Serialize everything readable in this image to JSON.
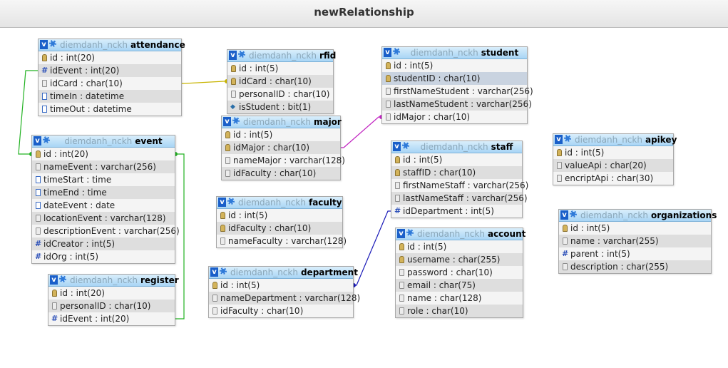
{
  "title": "newRelationship",
  "db_prefix": "diemdanh_nckh",
  "tables": [
    {
      "name": "attendance",
      "columns": [
        {
          "text": "id : int(20)",
          "icon": "key"
        },
        {
          "text": "idEvent : int(20)",
          "icon": "num"
        },
        {
          "text": "idCard : char(10)",
          "icon": "gen"
        },
        {
          "text": "timeIn : datetime",
          "icon": "dt"
        },
        {
          "text": "timeOut : datetime",
          "icon": "dt"
        }
      ]
    },
    {
      "name": "rfid",
      "columns": [
        {
          "text": "id : int(5)",
          "icon": "key"
        },
        {
          "text": "idCard : char(10)",
          "icon": "key"
        },
        {
          "text": "personalID : char(10)",
          "icon": "gen"
        },
        {
          "text": "isStudent : bit(1)",
          "icon": "bit"
        }
      ]
    },
    {
      "name": "student",
      "columns": [
        {
          "text": "id : int(5)",
          "icon": "key"
        },
        {
          "text": "studentID : char(10)",
          "icon": "key"
        },
        {
          "text": "firstNameStudent : varchar(256)",
          "icon": "gen"
        },
        {
          "text": "lastNameStudent : varchar(256)",
          "icon": "gen"
        },
        {
          "text": "idMajor : char(10)",
          "icon": "gen"
        }
      ]
    },
    {
      "name": "major",
      "columns": [
        {
          "text": "id : int(5)",
          "icon": "key"
        },
        {
          "text": "idMajor : char(10)",
          "icon": "key"
        },
        {
          "text": "nameMajor : varchar(128)",
          "icon": "gen"
        },
        {
          "text": "idFaculty : char(10)",
          "icon": "gen"
        }
      ]
    },
    {
      "name": "event",
      "columns": [
        {
          "text": "id : int(20)",
          "icon": "key"
        },
        {
          "text": "nameEvent : varchar(256)",
          "icon": "gen"
        },
        {
          "text": "timeStart : time",
          "icon": "dt"
        },
        {
          "text": "timeEnd : time",
          "icon": "dt"
        },
        {
          "text": "dateEvent : date",
          "icon": "dt"
        },
        {
          "text": "locationEvent : varchar(128)",
          "icon": "gen"
        },
        {
          "text": "descriptionEvent : varchar(256)",
          "icon": "gen"
        },
        {
          "text": "idCreator : int(5)",
          "icon": "num"
        },
        {
          "text": "idOrg : int(5)",
          "icon": "num"
        }
      ]
    },
    {
      "name": "staff",
      "columns": [
        {
          "text": "id : int(5)",
          "icon": "key"
        },
        {
          "text": "staffID : char(10)",
          "icon": "key"
        },
        {
          "text": "firstNameStaff : varchar(256)",
          "icon": "gen"
        },
        {
          "text": "lastNameStaff : varchar(256)",
          "icon": "gen"
        },
        {
          "text": "idDepartment : int(5)",
          "icon": "num"
        }
      ]
    },
    {
      "name": "apikey",
      "columns": [
        {
          "text": "id : int(5)",
          "icon": "key"
        },
        {
          "text": "valueApi : char(20)",
          "icon": "gen"
        },
        {
          "text": "encriptApi : char(30)",
          "icon": "gen"
        }
      ]
    },
    {
      "name": "faculty",
      "columns": [
        {
          "text": "id : int(5)",
          "icon": "key"
        },
        {
          "text": "idFaculty : char(10)",
          "icon": "key"
        },
        {
          "text": "nameFaculty : varchar(128)",
          "icon": "gen"
        }
      ]
    },
    {
      "name": "organizations",
      "columns": [
        {
          "text": "id : int(5)",
          "icon": "key"
        },
        {
          "text": "name : varchar(255)",
          "icon": "gen"
        },
        {
          "text": "parent : int(5)",
          "icon": "num"
        },
        {
          "text": "description : char(255)",
          "icon": "gen"
        }
      ]
    },
    {
      "name": "account",
      "columns": [
        {
          "text": "id : int(5)",
          "icon": "key"
        },
        {
          "text": "username : char(255)",
          "icon": "key"
        },
        {
          "text": "password : char(10)",
          "icon": "gen"
        },
        {
          "text": "email : char(75)",
          "icon": "gen"
        },
        {
          "text": "name : char(128)",
          "icon": "gen"
        },
        {
          "text": "role : char(10)",
          "icon": "gen"
        }
      ]
    },
    {
      "name": "register",
      "columns": [
        {
          "text": "id : int(20)",
          "icon": "key"
        },
        {
          "text": "personalID : char(10)",
          "icon": "gen"
        },
        {
          "text": "idEvent : int(20)",
          "icon": "num"
        }
      ]
    },
    {
      "name": "department",
      "columns": [
        {
          "text": "id : int(5)",
          "icon": "key"
        },
        {
          "text": "nameDepartment : varchar(128)",
          "icon": "gen"
        },
        {
          "text": "idFaculty : char(10)",
          "icon": "gen"
        }
      ]
    }
  ],
  "relations": [
    {
      "from": "attendance.idEvent",
      "to": "event.id",
      "color": "#22b222"
    },
    {
      "from": "attendance.idCard",
      "to": "rfid.idCard",
      "color": "#c8b400"
    },
    {
      "from": "major.idMajor",
      "to": "student.idMajor",
      "color": "#c020c0"
    },
    {
      "from": "register.idEvent",
      "to": "event.id",
      "color": "#22b222"
    },
    {
      "from": "staff.idDepartment",
      "to": "department.id",
      "color": "#1a1ab8"
    }
  ],
  "colors": {
    "header_top": "#d9eefb",
    "header_bottom": "#a8d5f5",
    "alt_row": "#dedede",
    "v_badge": "#1a5fc9"
  }
}
